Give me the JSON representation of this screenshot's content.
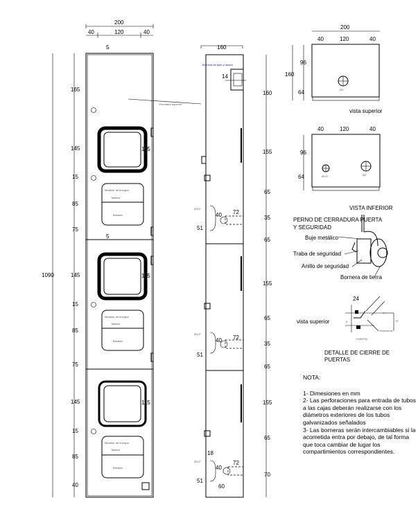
{
  "front": {
    "width_total": "200",
    "width_parts": [
      "40",
      "120",
      "40"
    ],
    "gap_label": "5",
    "height_total": "1090",
    "left_dims": [
      "165",
      "145",
      "15",
      "85",
      "75",
      "145",
      "15",
      "85",
      "75",
      "145",
      "15",
      "85",
      "40"
    ],
    "window_dim": "115",
    "small_label": "Escuadra superior",
    "plate_lines": [
      "Medidor de energía",
      "Tablero",
      "Breaker"
    ]
  },
  "side": {
    "depth": "160",
    "sign": "Bornera de fase y neutro",
    "sign_dim": "14",
    "right_dims": [
      "160",
      "155",
      "65",
      "35",
      "65",
      "155",
      "65",
      "35",
      "65",
      "155",
      "65",
      "70"
    ],
    "hole_dims": [
      "72",
      "40",
      "Ø1/2\"",
      "51"
    ],
    "bottom_dims": [
      "18",
      "60"
    ]
  },
  "top_views": {
    "width": "200",
    "parts": [
      "40",
      "120",
      "40"
    ],
    "height": "160",
    "dims": [
      "96",
      "64"
    ],
    "caption": "vista superior",
    "caption2": "VISTA INFERIOR",
    "hole_labels": [
      "Ø1\"",
      "Ø1/2\"",
      "Ø1\""
    ]
  },
  "lock_detail": {
    "title": "PERNO DE CERRADURA PUERTA",
    "title2": "Y SEGURIDAD",
    "labels": [
      "Buje metálico",
      "Traba de seguridad",
      "Anillo de seguridad",
      "Bornera de tierra"
    ]
  },
  "closure_detail": {
    "view": "vista superior",
    "dims": [
      "24",
      "5",
      "75"
    ],
    "labels": [
      "Estructura",
      "PUERTA"
    ],
    "title": "DETALLE DE CIERRE DE PUERTAS"
  },
  "notes": {
    "title": "NOTA:",
    "items": [
      "1- Dimesiones en mm",
      "2- Las perforaciones para entrada de tubos a las cajas deberán realizarse con los diámetros exteriores de los tubos galvanizados señalados",
      "3- Las borneras serán intercambiables si la acometida entra por debajo, de tal forma que toca cambiar de lugar los compartimientos correspondientes."
    ]
  }
}
